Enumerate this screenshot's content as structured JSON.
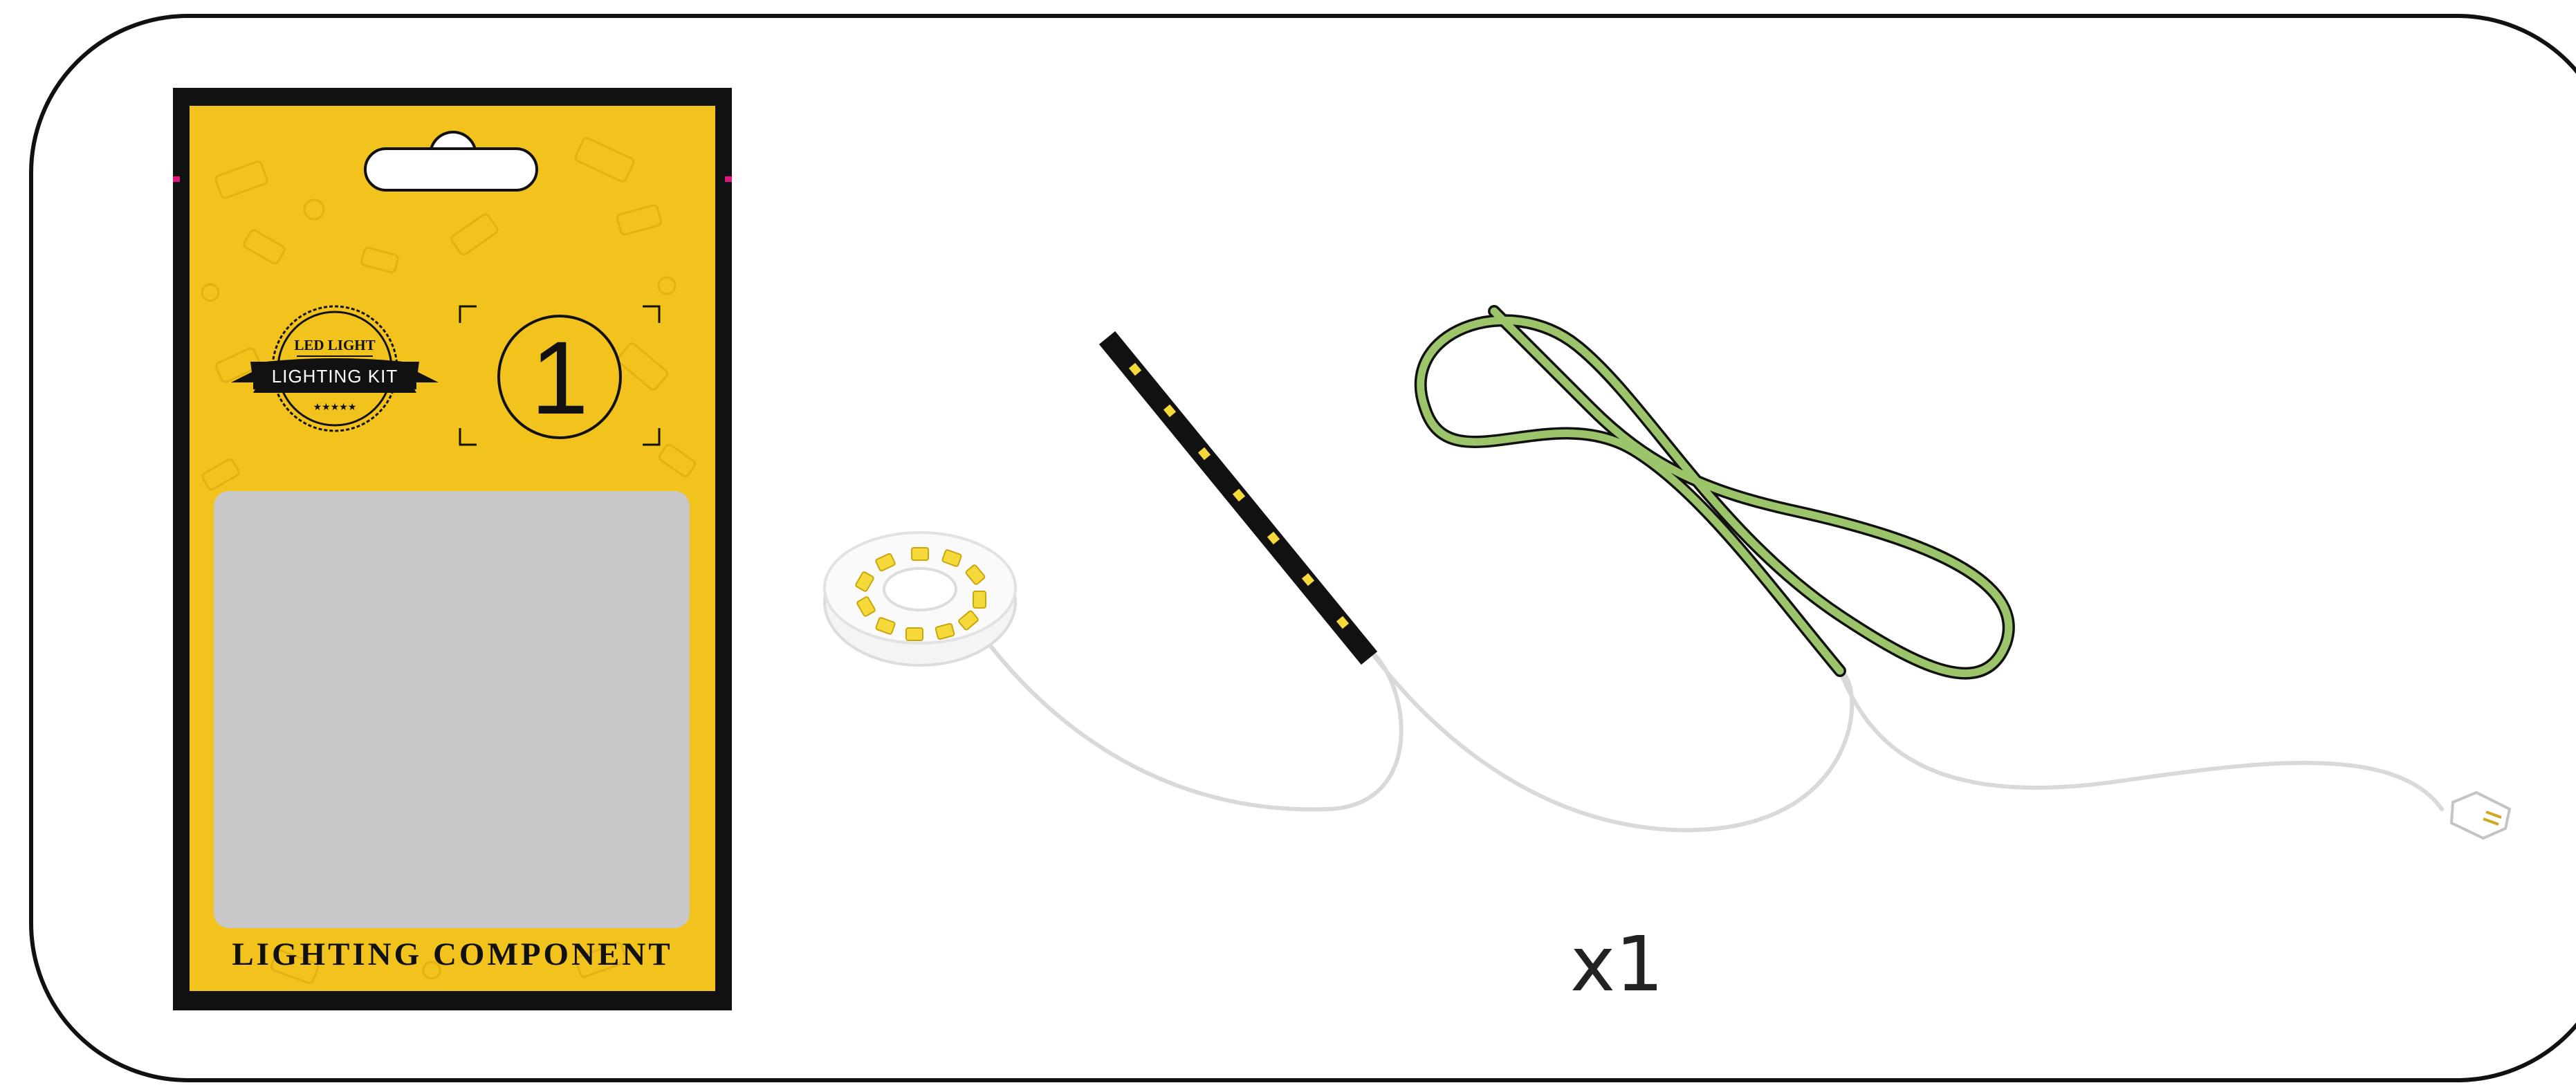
{
  "package": {
    "badge_top": "LED LIGHT",
    "badge_ribbon": "LIGHTING KIT",
    "badge_stars": "★★★★★",
    "number": "1",
    "caption": "LIGHTING COMPONENT"
  },
  "product": {
    "quantity": "x1"
  },
  "colors": {
    "package_yellow": "#f2c31c",
    "package_border": "#111111",
    "window_gray": "#c8c8ca",
    "led_yellow": "#f5d93a",
    "strip_black": "#111111",
    "cable_green": "#9cc46a",
    "wire_gray": "#d7d7d7"
  }
}
